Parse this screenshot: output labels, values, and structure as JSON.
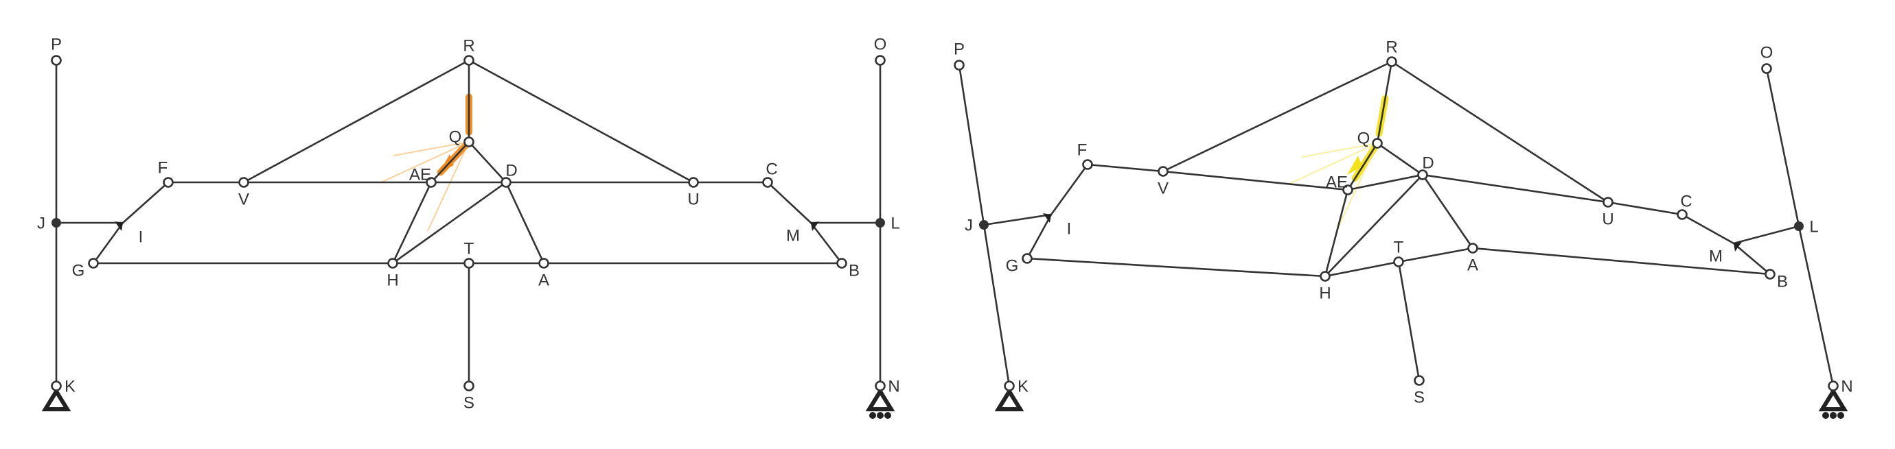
{
  "panels": [
    {
      "id": "original",
      "nodes": {
        "P": {
          "label": "P",
          "type": "open"
        },
        "R": {
          "label": "R",
          "type": "open"
        },
        "O": {
          "label": "O",
          "type": "open"
        },
        "Q": {
          "label": "Q",
          "type": "open"
        },
        "F": {
          "label": "F",
          "type": "open"
        },
        "V": {
          "label": "V",
          "type": "open"
        },
        "E": {
          "label": "AE",
          "type": "open"
        },
        "D": {
          "label": "D",
          "type": "open"
        },
        "U": {
          "label": "U",
          "type": "open"
        },
        "C": {
          "label": "C",
          "type": "open"
        },
        "J": {
          "label": "J",
          "type": "fixed"
        },
        "I": {
          "label": "I",
          "type": "hinge"
        },
        "M": {
          "label": "M",
          "type": "hinge"
        },
        "L": {
          "label": "L",
          "type": "fixed"
        },
        "G": {
          "label": "G",
          "type": "open"
        },
        "H": {
          "label": "H",
          "type": "open"
        },
        "T": {
          "label": "T",
          "type": "open"
        },
        "A": {
          "label": "A",
          "type": "open"
        },
        "B": {
          "label": "B",
          "type": "open"
        },
        "S": {
          "label": "S",
          "type": "open"
        },
        "K": {
          "label": "K",
          "type": "pin-support"
        },
        "N": {
          "label": "N",
          "type": "roller-support"
        }
      },
      "highlight_color": "#ef8a1f"
    },
    {
      "id": "deformed",
      "nodes": {
        "P": {
          "label": "P",
          "type": "open"
        },
        "R": {
          "label": "R",
          "type": "open"
        },
        "O": {
          "label": "O",
          "type": "open"
        },
        "Q": {
          "label": "Q",
          "type": "open"
        },
        "F": {
          "label": "F",
          "type": "open"
        },
        "V": {
          "label": "V",
          "type": "open"
        },
        "E": {
          "label": "AE",
          "type": "open"
        },
        "D": {
          "label": "D",
          "type": "open"
        },
        "U": {
          "label": "U",
          "type": "open"
        },
        "C": {
          "label": "C",
          "type": "open"
        },
        "J": {
          "label": "J",
          "type": "fixed"
        },
        "I": {
          "label": "I",
          "type": "hinge"
        },
        "M": {
          "label": "M",
          "type": "hinge"
        },
        "L": {
          "label": "L",
          "type": "fixed"
        },
        "G": {
          "label": "G",
          "type": "open"
        },
        "H": {
          "label": "H",
          "type": "open"
        },
        "T": {
          "label": "T",
          "type": "open"
        },
        "A": {
          "label": "A",
          "type": "open"
        },
        "B": {
          "label": "B",
          "type": "open"
        },
        "S": {
          "label": "S",
          "type": "open"
        },
        "K": {
          "label": "K",
          "type": "pin-support"
        },
        "N": {
          "label": "N",
          "type": "roller-support"
        }
      },
      "highlight_color": "#f4e21c"
    }
  ],
  "members": [
    [
      "P",
      "J"
    ],
    [
      "J",
      "K"
    ],
    [
      "J",
      "I"
    ],
    [
      "I",
      "F"
    ],
    [
      "I",
      "G"
    ],
    [
      "G",
      "H"
    ],
    [
      "H",
      "T"
    ],
    [
      "T",
      "A"
    ],
    [
      "A",
      "B"
    ],
    [
      "F",
      "V"
    ],
    [
      "V",
      "E"
    ],
    [
      "E",
      "D"
    ],
    [
      "D",
      "U"
    ],
    [
      "U",
      "C"
    ],
    [
      "C",
      "M"
    ],
    [
      "M",
      "B"
    ],
    [
      "M",
      "L"
    ],
    [
      "O",
      "L"
    ],
    [
      "L",
      "N"
    ],
    [
      "R",
      "V"
    ],
    [
      "R",
      "U"
    ],
    [
      "R",
      "Q"
    ],
    [
      "Q",
      "E"
    ],
    [
      "Q",
      "D"
    ],
    [
      "E",
      "H"
    ],
    [
      "H",
      "D"
    ],
    [
      "D",
      "A"
    ],
    [
      "T",
      "S"
    ]
  ]
}
